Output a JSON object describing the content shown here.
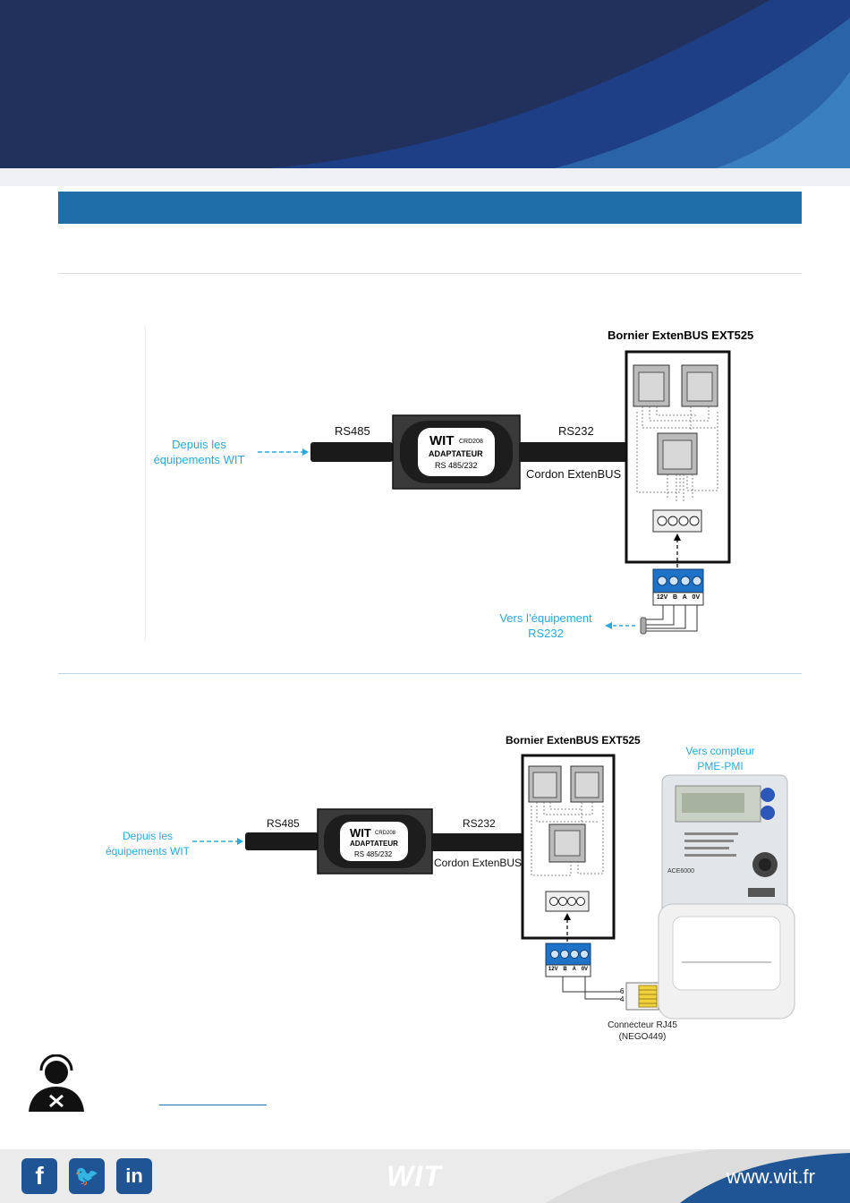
{
  "diagram1": {
    "title": "Bornier ExtenBUS EXT525",
    "from_label": "Depuis les\néquipements WIT",
    "rs485": "RS485",
    "rs232": "RS232",
    "adapter_brand": "WIT",
    "adapter_model": "CRD208",
    "adapter_line1": "ADAPTATEUR",
    "adapter_line2": "RS 485/232",
    "cable": "Cordon ExtenBUS",
    "terminals": [
      "12V",
      "B",
      "A",
      "0V"
    ],
    "to_label": "Vers l’équipement\nRS232"
  },
  "diagram2": {
    "title": "Bornier ExtenBUS EXT525",
    "from_label": "Depuis les\néquipements WIT",
    "rs485": "RS485",
    "rs232": "RS232",
    "adapter_brand": "WIT",
    "adapter_model": "CRD208",
    "adapter_line1": "ADAPTATEUR",
    "adapter_line2": "RS 485/232",
    "cable": "Cordon ExtenBUS",
    "terminals": [
      "12V",
      "B",
      "A",
      "0V"
    ],
    "meter_label": "Vers compteur\nPME-PMI",
    "meter_model": "ACE6000",
    "rj45_label": "Connecteur RJ45\n(NEGO449)",
    "pins": [
      "6",
      "4"
    ]
  },
  "footer": {
    "logo": "WIT",
    "website": "www.wit.fr",
    "social": [
      "facebook-icon",
      "twitter-icon",
      "linkedin-icon"
    ]
  },
  "colors": {
    "header_dark": "#22315c",
    "header_blue": "#1d3f87",
    "band": "#1f6ea8",
    "accent": "#29a8df"
  }
}
